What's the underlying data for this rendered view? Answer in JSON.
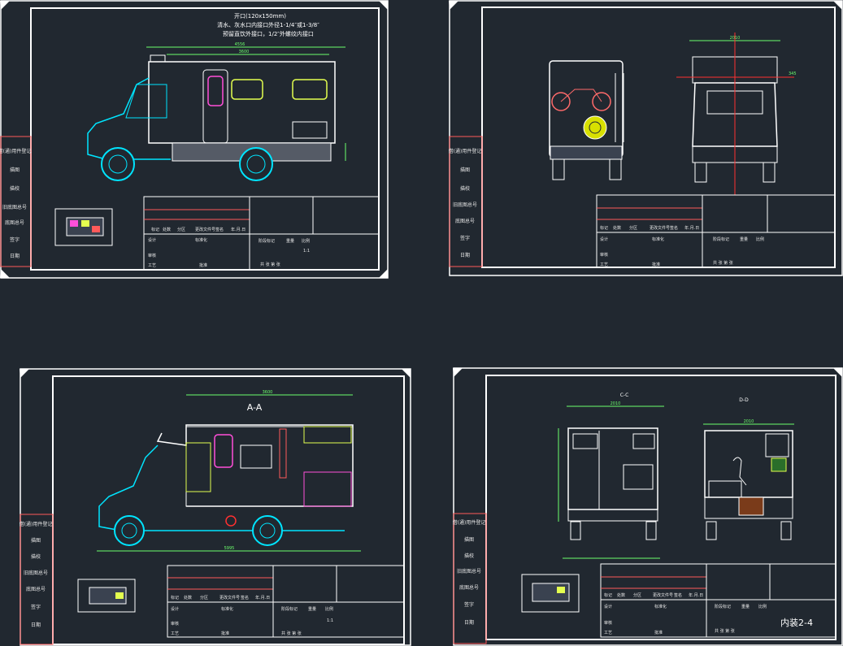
{
  "sheet1": {
    "notes": [
      "开口(120x150mm)",
      "清水、灰水口内接口外径1-1/4″或1-3/8″",
      "预留直饮外接口，1/2″外螺纹内接口"
    ],
    "dims": {
      "length": "4556",
      "box": "3600"
    }
  },
  "sheet2": {
    "dims": {
      "width": "2010",
      "height": "345"
    }
  },
  "sheet3": {
    "section_title": "A-A",
    "dims": {
      "top": "3600",
      "bottom": "5995"
    }
  },
  "sheet4": {
    "section_left": "C-C",
    "section_right": "D-D",
    "dims": {
      "cc_width": "2010",
      "dd_width": "2010"
    }
  },
  "side_labels": [
    "借(通)用件登记",
    "描图",
    "描校",
    "旧底图总号",
    "底图总号",
    "签字",
    "日期"
  ],
  "title_block": {
    "header": [
      "标记",
      "处数",
      "分区",
      "更改文件号",
      "签名",
      "年.月.日"
    ],
    "rows": [
      "设计",
      "标准化",
      "审核",
      "工艺",
      "批准"
    ],
    "stage_cells": [
      "阶段标记",
      "重量",
      "比例"
    ],
    "scale": "1:1",
    "sheet_info": "共  张  第  张"
  },
  "drawing_label": "内装2-4"
}
